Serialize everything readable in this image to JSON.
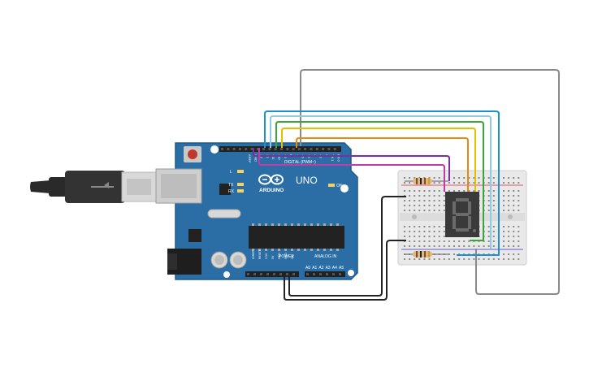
{
  "board": {
    "brand": "ARDUINO",
    "model": "UNO",
    "digital_label": "DIGITAL (PWM~)",
    "power_label": "POWER",
    "analog_label": "ANALOG IN",
    "on_label": "ON",
    "led_l": "L",
    "led_tx": "TX",
    "led_rx": "RX",
    "top_header_labels": [
      "AREF",
      "GND",
      "13",
      "12",
      "~11",
      "~10",
      "~9",
      "8",
      "7",
      "~6",
      "~5",
      "4",
      "~3",
      "2",
      "TX 1",
      "RX 0"
    ],
    "power_pins": [
      "IOREF",
      "RESET",
      "3.3V",
      "5V",
      "GND",
      "GND",
      "Vin"
    ],
    "analog_pins": [
      "A0",
      "A1",
      "A2",
      "A3",
      "A4",
      "A5"
    ]
  },
  "display": {
    "digit": "8"
  },
  "colors": {
    "board": "#2a6ea5",
    "board_dark": "#1d5a8c",
    "header": "#222222",
    "breadboard": "#e9e9e9",
    "wire_blue": "#1e90d0",
    "wire_lightblue": "#8fc9e6",
    "wire_green": "#3aa63a",
    "wire_yellow": "#e0c000",
    "wire_orange": "#e88a10",
    "wire_purple": "#7a2f9a",
    "wire_magenta": "#c23aa8",
    "wire_gray": "#8a8a8a",
    "wire_black": "#222222",
    "segment": "#555555"
  }
}
